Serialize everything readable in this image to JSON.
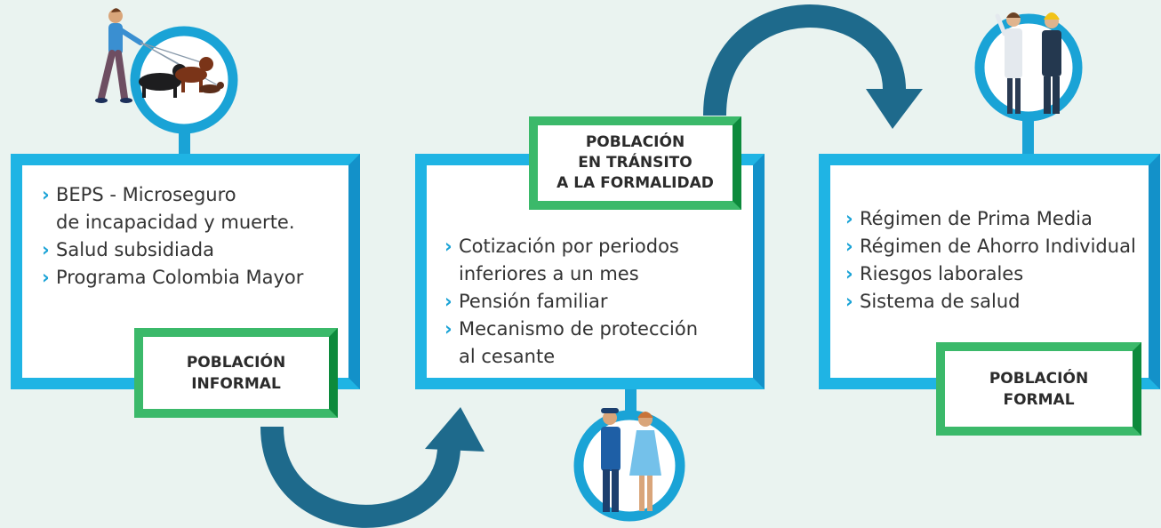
{
  "panels": [
    {
      "label": "POBLACIÓN\nINFORMAL",
      "items": [
        "BEPS - Microseguro\nde incapacidad y muerte.",
        "Salud subsidiada",
        "Programa Colombia Mayor"
      ]
    },
    {
      "label": "POBLACIÓN\nEN TRÁNSITO\nA LA FORMALIDAD",
      "items": [
        "Cotización por periodos\ninferiores a un mes",
        "Pensión familiar",
        "Mecanismo de protección\nal cesante"
      ]
    },
    {
      "label": "POBLACIÓN\nFORMAL",
      "items": [
        "Régimen de Prima Media",
        "Régimen de Ahorro Individual",
        "Riesgos laborales",
        "Sistema de salud"
      ]
    }
  ],
  "bullet_glyph": "›",
  "icons": [
    "person-walking-dogs-icon",
    "workers-uniform-icon",
    "doctor-and-engineer-icon",
    "curved-arrow-icon"
  ],
  "colors": {
    "background": "#eaf3f0",
    "panel_border": "#1fb4e4",
    "panel_border_dark": "#1391c9",
    "label_border": "#3bb96a",
    "label_border_dark": "#0d8a3c",
    "arrow": "#1e6a8c",
    "text": "#333333"
  }
}
